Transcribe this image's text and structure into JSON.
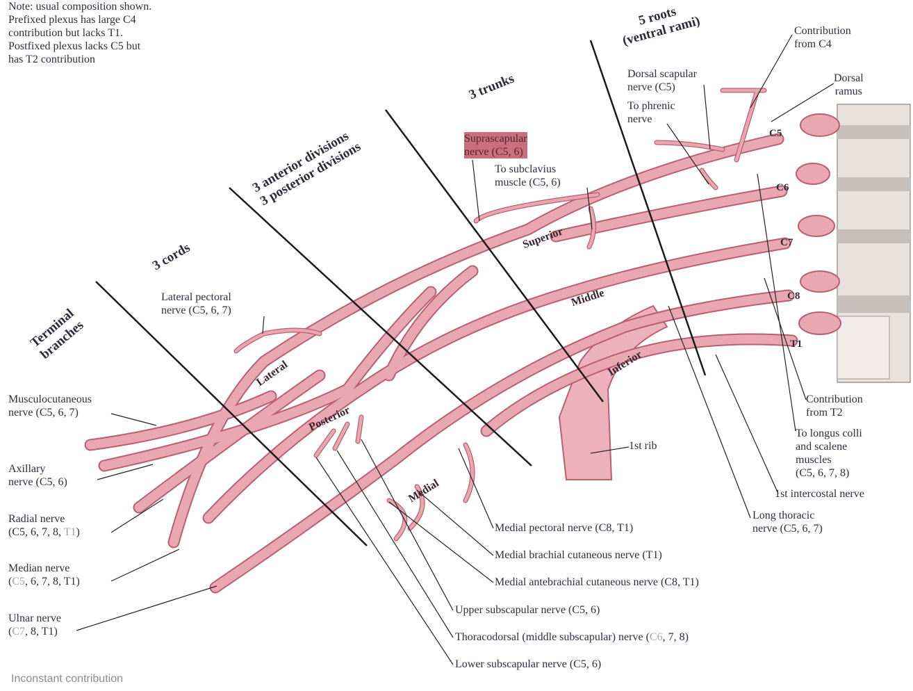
{
  "note": [
    "Note: usual composition shown.",
    "Prefixed plexus has large C4",
    "contribution but lacks T1.",
    "Postfixed plexus lacks C5 but",
    "has T2 contribution"
  ],
  "headers": {
    "roots": [
      "5 roots",
      "(ventral rami)"
    ],
    "trunks": "3 trunks",
    "divisions": [
      "3 anterior divisions",
      "3 posterior divisions"
    ],
    "cords": "3 cords",
    "terminal": [
      "Terminal",
      "branches"
    ]
  },
  "roots": [
    "C5",
    "C6",
    "C7",
    "C8",
    "T1"
  ],
  "segments": {
    "superior": "Superior",
    "middle": "Middle",
    "inferior": "Inferior",
    "lateral": "Lateral",
    "posterior": "Posterior",
    "medial": "Medial"
  },
  "labels": {
    "contribution_c4": [
      "Contribution",
      "from C4"
    ],
    "dorsal_ramus": [
      "Dorsal",
      "ramus"
    ],
    "dorsal_scapular": [
      "Dorsal scapular",
      "nerve (C5)"
    ],
    "phrenic": [
      "To phrenic",
      "nerve"
    ],
    "suprascapular": [
      "Suprascapular",
      "nerve (C5, 6)"
    ],
    "subclavius": [
      "To subclavius",
      "muscle (C5, 6)"
    ],
    "lateral_pectoral": [
      "Lateral pectoral",
      "nerve (C5, 6, 7)"
    ],
    "musculocutaneous": [
      "Musculocutaneous",
      "nerve (C5, 6, 7)"
    ],
    "axillary": [
      "Axillary",
      "nerve (C5, 6)"
    ],
    "radial": [
      "Radial nerve",
      "(C5, 6, 7, 8, ",
      "T1",
      ")"
    ],
    "median": [
      "Median nerve",
      "(",
      "C5",
      ", 6, 7, 8, T1)"
    ],
    "ulnar": [
      "Ulnar nerve",
      "(",
      "C7",
      ", 8, T1)"
    ],
    "first_rib": "1st rib",
    "contribution_t2": [
      "Contribution",
      "from T2"
    ],
    "longus_colli": [
      "To longus colli",
      "and scalene",
      "muscles",
      "(C5, 6, 7, 8)"
    ],
    "first_intercostal": "1st intercostal nerve",
    "long_thoracic": [
      "Long thoracic",
      "nerve (C5, 6, 7)"
    ],
    "medial_pectoral": "Medial pectoral nerve (C8, T1)",
    "medial_brachial": "Medial brachial cutaneous nerve (T1)",
    "medial_antebrachial": "Medial antebrachial cutaneous nerve (C8, T1)",
    "upper_subscapular": "Upper subscapular nerve (C5, 6)",
    "thoracodorsal": [
      "Thoracodorsal (middle subscapular) nerve (",
      "C6",
      ", 7, 8)"
    ],
    "lower_subscapular": "Lower subscapular nerve (C5, 6)"
  },
  "legend": "Inconstant contribution",
  "colors": {
    "nerve_fill": "#e9a7b2",
    "nerve_stroke": "#b8606f",
    "vertebra": "#d8d0cc"
  }
}
